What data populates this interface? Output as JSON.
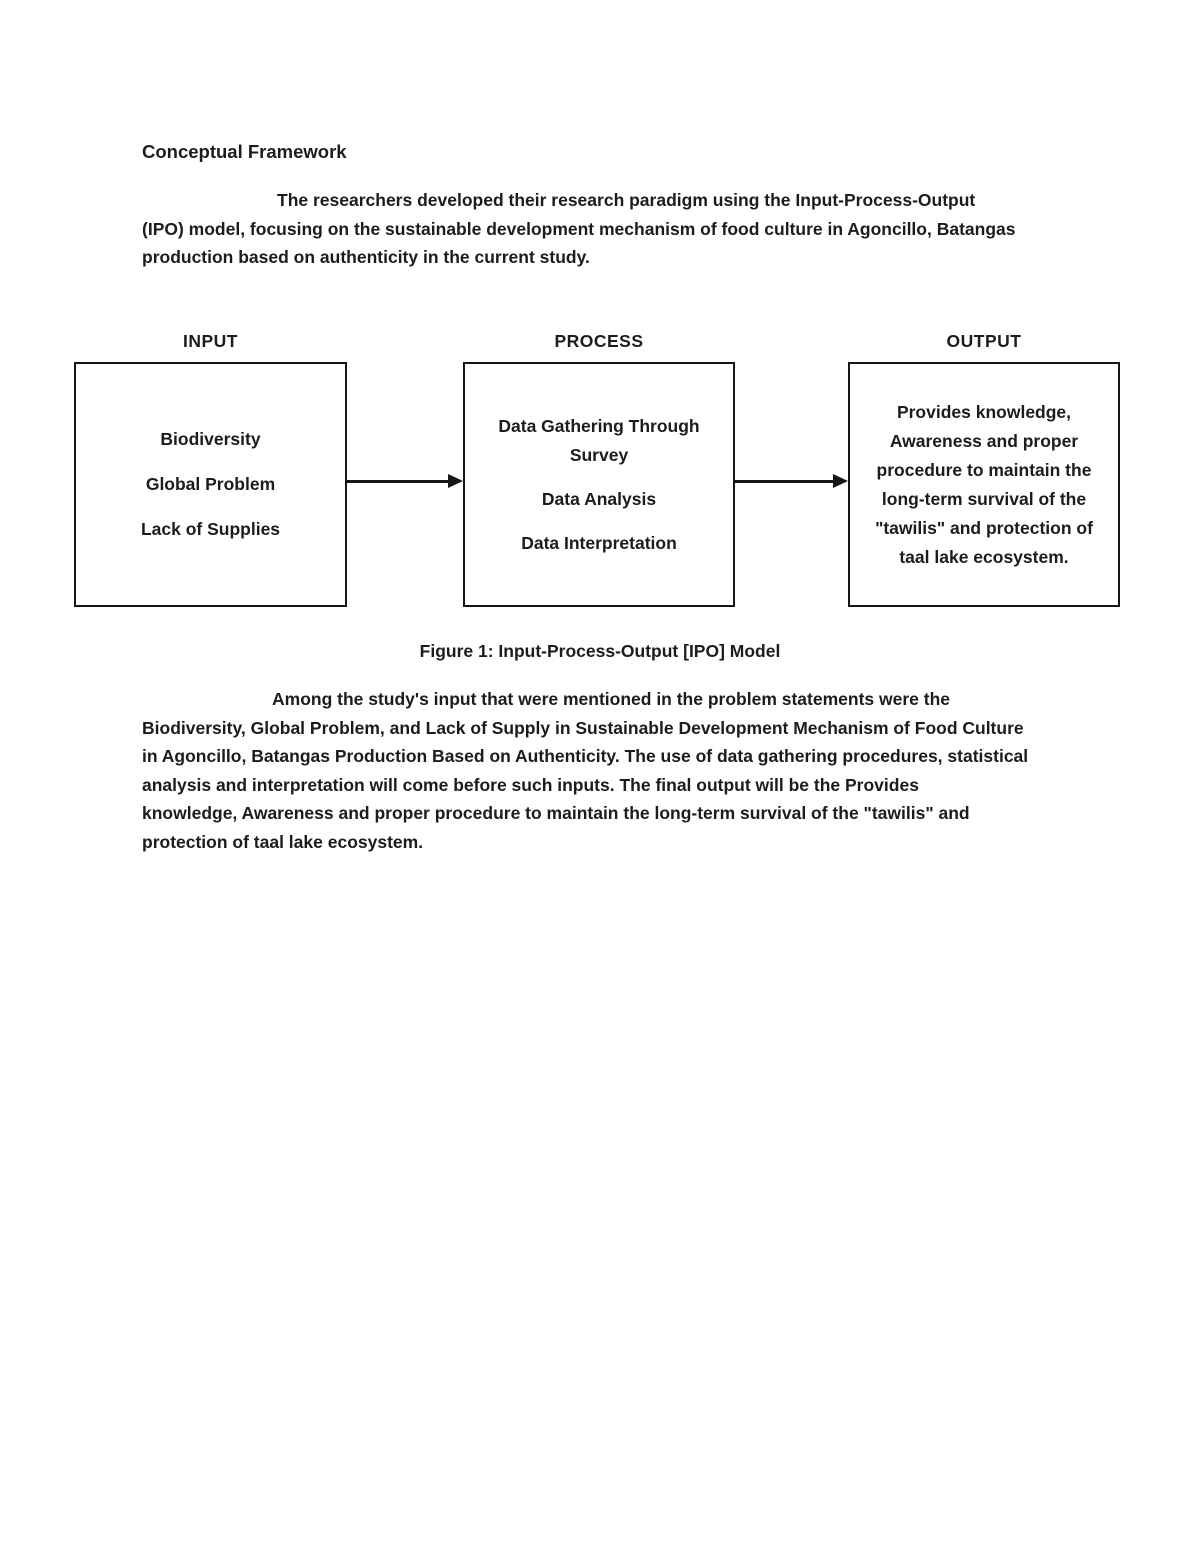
{
  "document": {
    "heading": "Conceptual Framework",
    "paragraph_1": {
      "lines": [
        "The researchers developed their research paradigm using the Input-Process-Output",
        "(IPO) model, focusing on the sustainable development mechanism of food culture in Agoncillo, Batangas",
        "production based on authenticity in the current study."
      ]
    },
    "figure": {
      "input": {
        "label": "INPUT",
        "items": [
          "Biodiversity",
          "Global Problem",
          "Lack of Supplies"
        ]
      },
      "process": {
        "label": "PROCESS",
        "items": [
          "Data Gathering Through Survey",
          "Data Analysis",
          "Data Interpretation"
        ]
      },
      "output": {
        "label": "OUTPUT",
        "text": "Provides knowledge, Awareness and proper procedure to maintain the long-term survival of the \"tawilis\" and protection of taal lake ecosystem."
      },
      "caption": "Figure 1: Input-Process-Output [IPO] Model"
    },
    "paragraph_2": {
      "lines": [
        "Among the study's input that were mentioned in the problem statements were the",
        "Biodiversity, Global Problem, and Lack of Supply in Sustainable Development Mechanism of Food Culture",
        "in Agoncillo, Batangas Production Based on Authenticity. The use of data gathering procedures, statistical",
        "analysis and interpretation will come before such inputs. The final output will be the Provides",
        "knowledge, Awareness and proper procedure to maintain the long-term survival of the \"tawilis\" and",
        "protection of taal lake ecosystem."
      ]
    },
    "colors": {
      "background": "#ffffff",
      "text": "#1c1c1c",
      "box_border": "#161616"
    }
  }
}
